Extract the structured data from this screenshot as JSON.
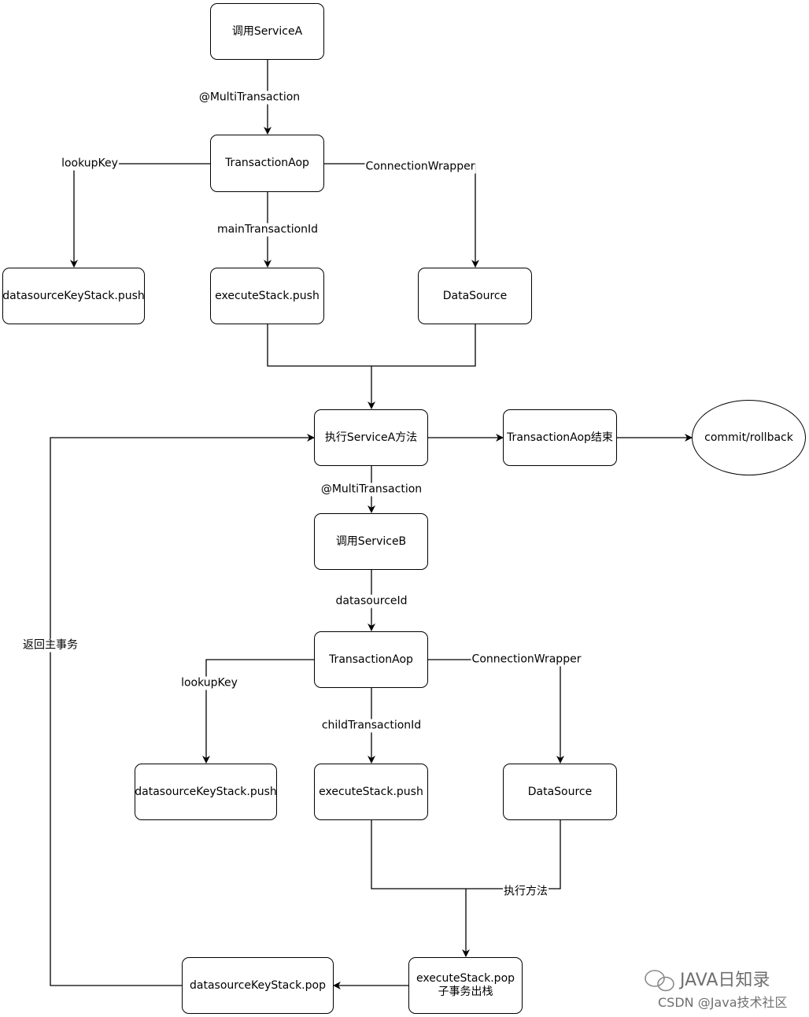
{
  "nodes": {
    "call_service_a": "调用ServiceA",
    "transaction_aop_1": "TransactionAop",
    "datasource_key_stack_push_1": "datasourceKeyStack.push",
    "execute_stack_push_1": "executeStack.push",
    "datasource_1": "DataSource",
    "execute_service_a": "执行ServiceA方法",
    "transaction_aop_end": "TransactionAop结束",
    "commit_rollback": "commit/rollback",
    "call_service_b": "调用ServiceB",
    "transaction_aop_2": "TransactionAop",
    "datasource_key_stack_push_2": "datasourceKeyStack.push",
    "execute_stack_push_2": "executeStack.push",
    "datasource_2": "DataSource",
    "execute_stack_pop": "executeStack.pop\n子事务出栈",
    "datasource_key_stack_pop": "datasourceKeyStack.pop"
  },
  "edge_labels": {
    "multi_transaction_1": "@MultiTransaction",
    "lookup_key_1": "lookupKey",
    "connection_wrapper_1": "ConnectionWrapper",
    "main_transaction_id": "mainTransactionId",
    "multi_transaction_2": "@MultiTransaction",
    "datasource_id": "datasourceId",
    "lookup_key_2": "lookupKey",
    "connection_wrapper_2": "ConnectionWrapper",
    "child_transaction_id": "childTransactionId",
    "execute_method": "执行方法",
    "return_main_transaction": "返回主事务"
  },
  "watermark": {
    "brand": "JAVA日知录",
    "site": "CSDN @Java技术社区"
  }
}
